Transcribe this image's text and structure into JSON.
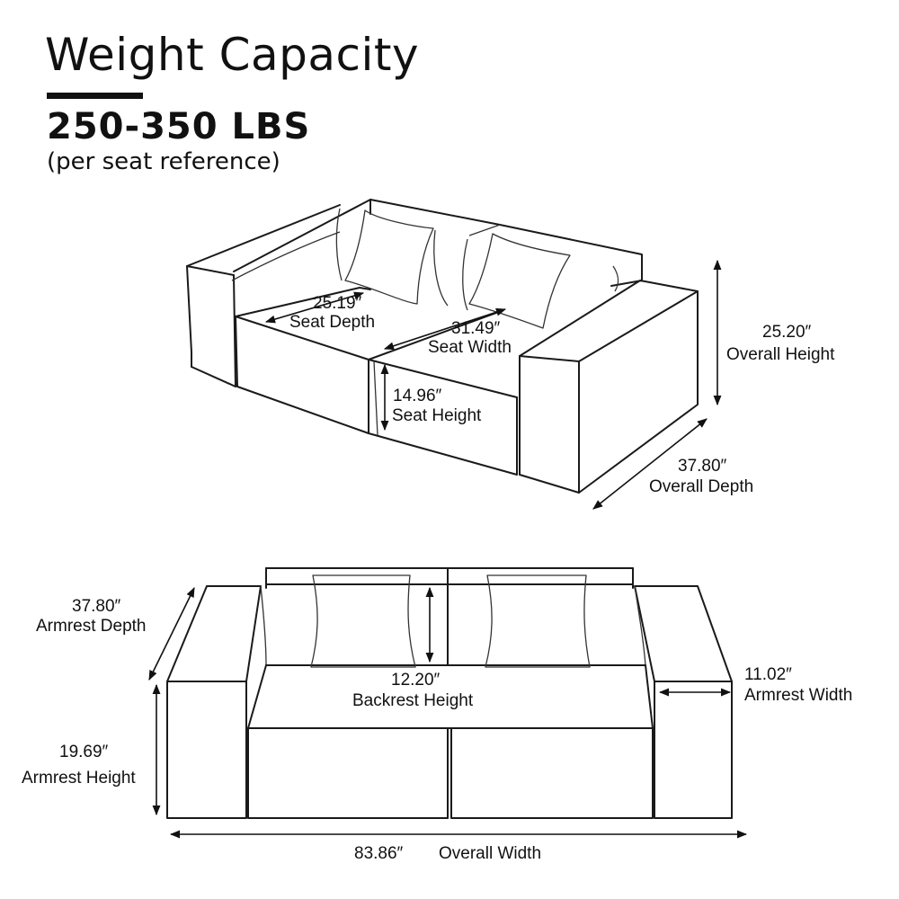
{
  "header": {
    "title": "Weight Capacity",
    "capacity": "250-350 LBS",
    "note": "(per seat reference)"
  },
  "perspective_view": {
    "seat_depth": {
      "value": "25.19″",
      "label": "Seat Depth"
    },
    "seat_width": {
      "value": "31.49″",
      "label": "Seat Width"
    },
    "seat_height": {
      "value": "14.96″",
      "label": "Seat Height"
    },
    "overall_height": {
      "value": "25.20″",
      "label": "Overall  Height"
    },
    "overall_depth": {
      "value": "37.80″",
      "label": "Overall Depth"
    }
  },
  "front_view": {
    "armrest_depth": {
      "value": "37.80″",
      "label": "Armrest Depth"
    },
    "backrest_height": {
      "value": "12.20″",
      "label": "Backrest Height"
    },
    "armrest_width": {
      "value": "11.02″",
      "label": "Armrest Width"
    },
    "armrest_height": {
      "value": "19.69″",
      "label": "Armrest Height"
    },
    "overall_width": {
      "value": "83.86″",
      "label": "Overall Width"
    }
  }
}
